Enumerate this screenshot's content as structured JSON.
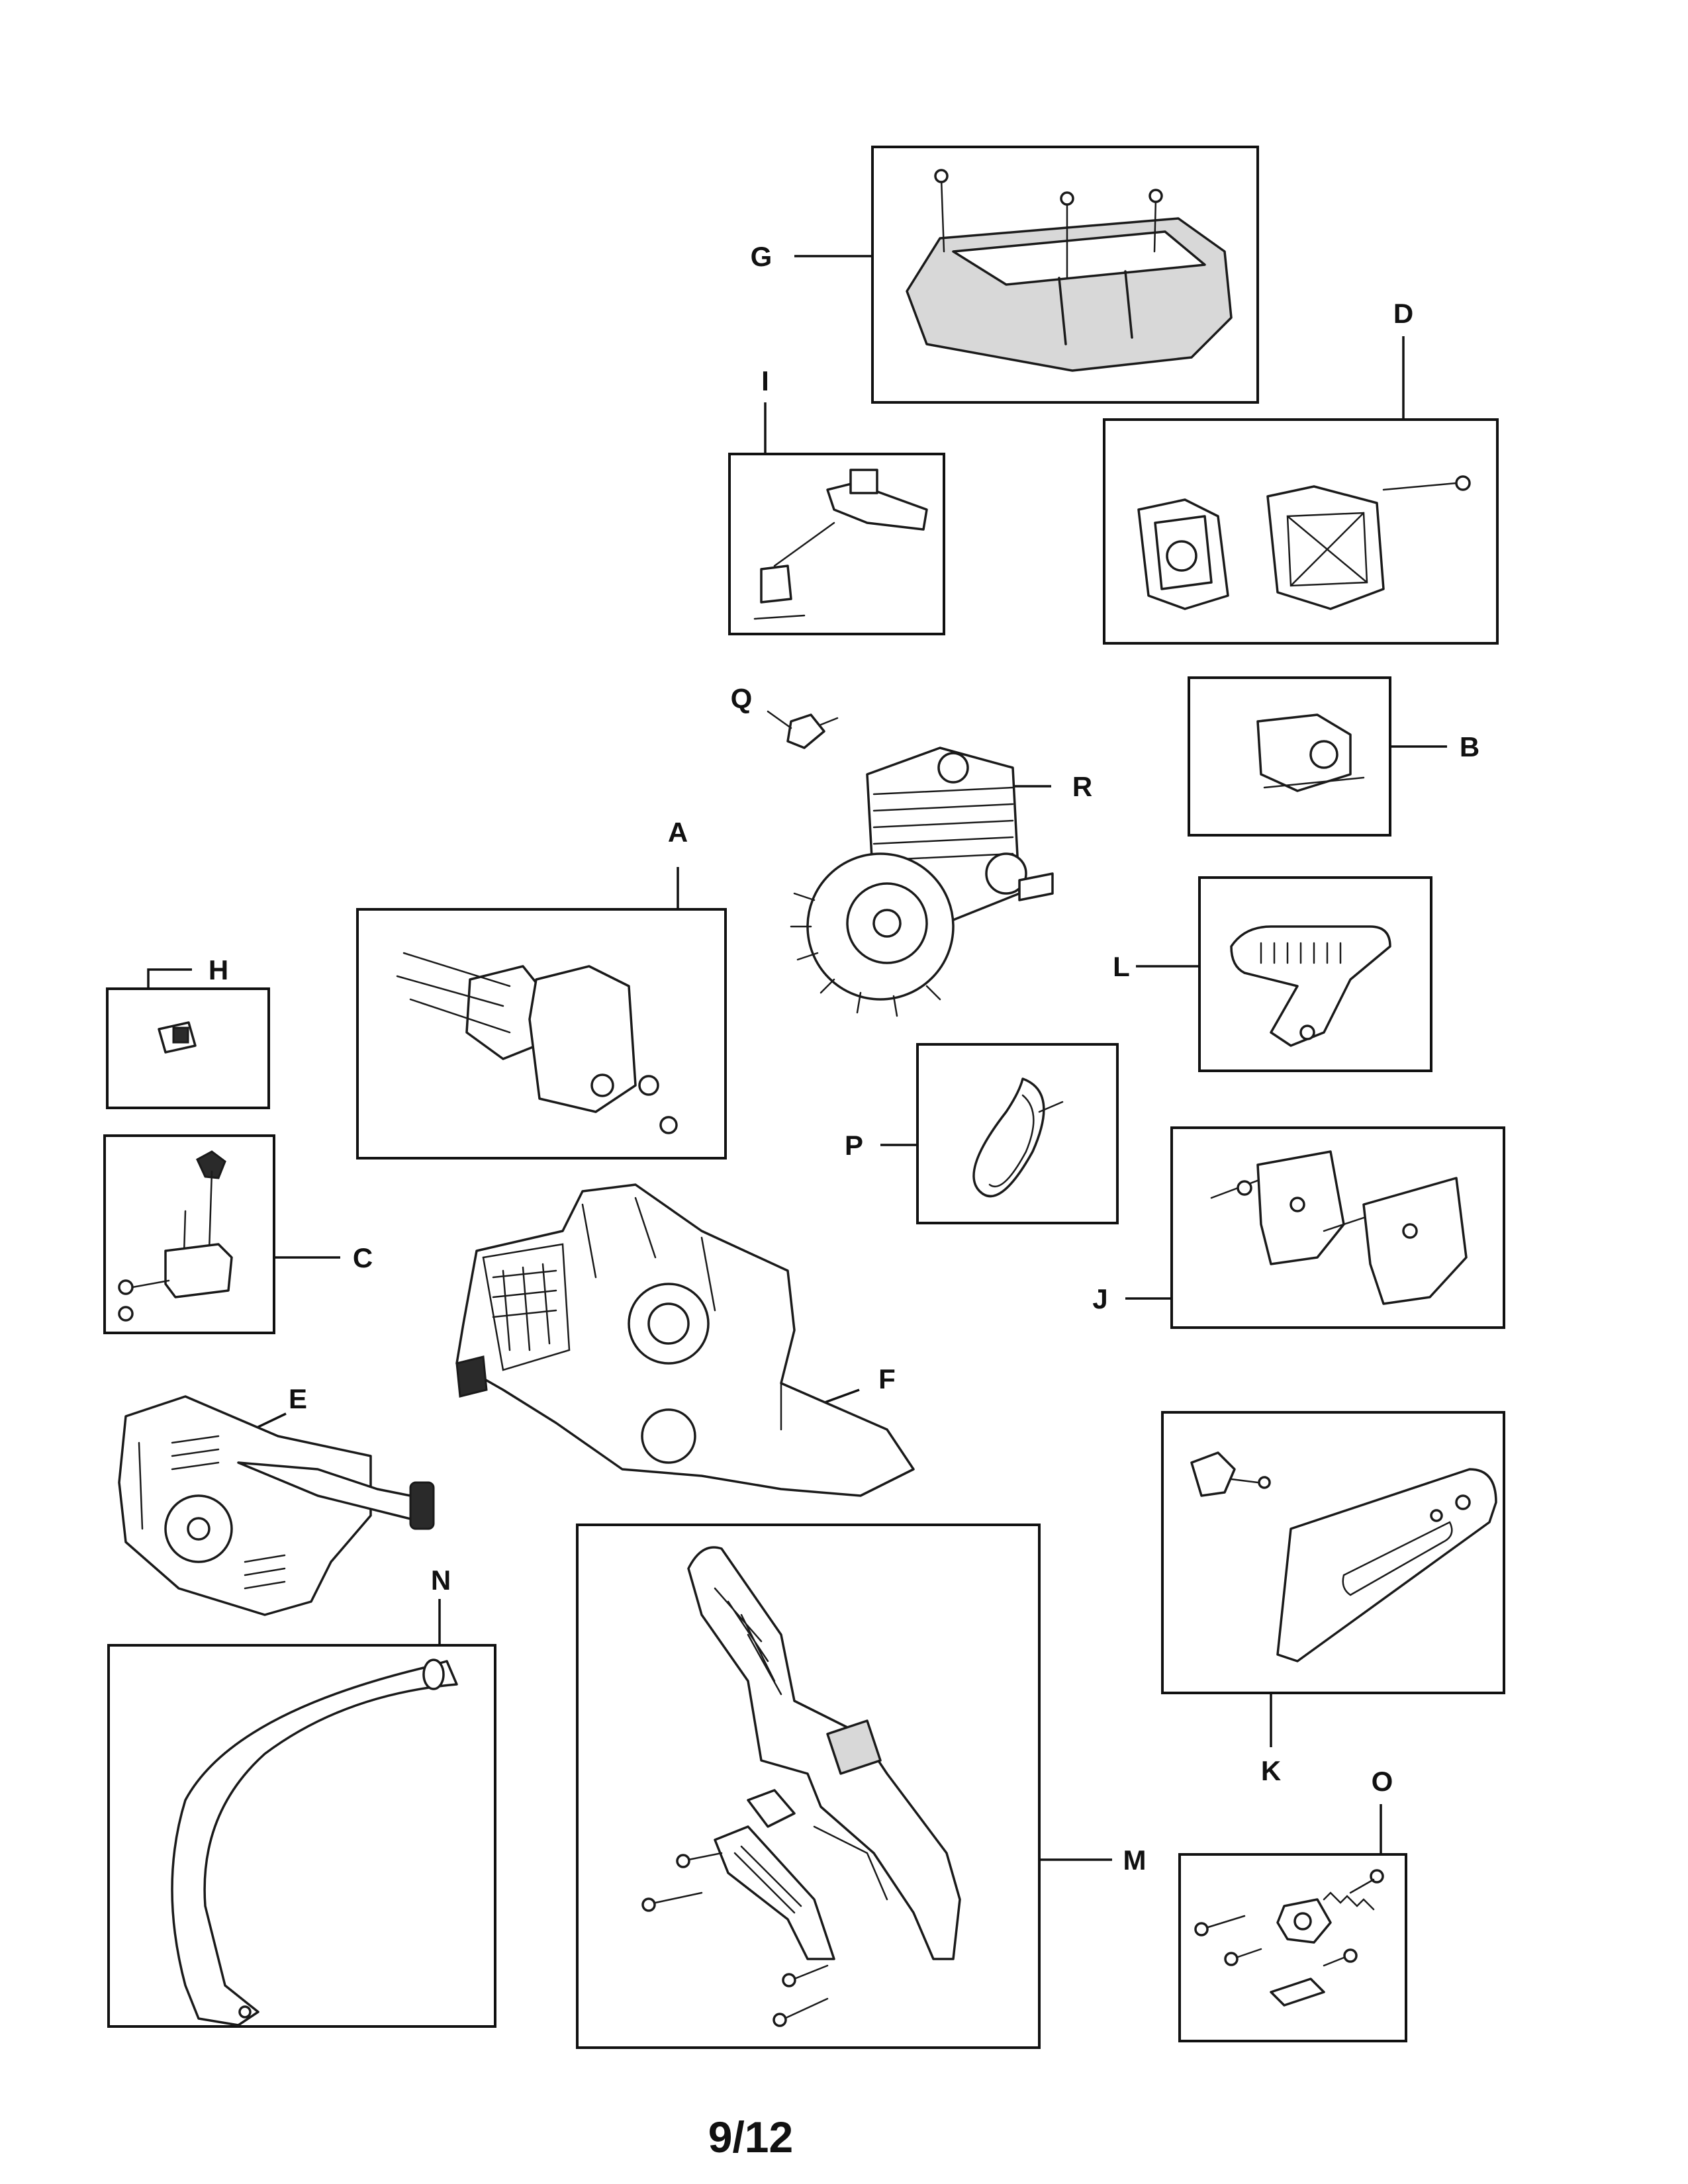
{
  "page_number": "9/12",
  "callouts": {
    "A": "A",
    "B": "B",
    "C": "C",
    "D": "D",
    "E": "E",
    "F": "F",
    "G": "G",
    "H": "H",
    "I": "I",
    "J": "J",
    "K": "K",
    "L": "L",
    "M": "M",
    "N": "N",
    "O": "O",
    "P": "P",
    "Q": "Q",
    "R": "R"
  }
}
